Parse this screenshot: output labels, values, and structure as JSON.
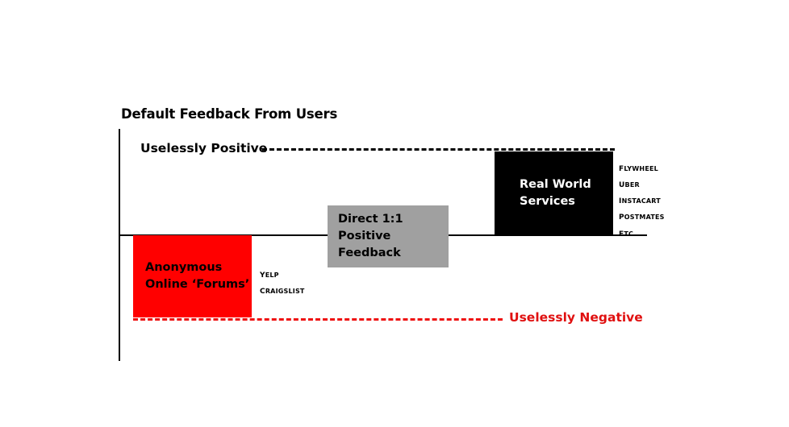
{
  "chart_data": {
    "type": "diagram",
    "title": "Default Feedback From Users",
    "axis": {
      "positive_label": "Uselessly Positive",
      "negative_label": "Uselessly Negative",
      "baseline_label": "",
      "grid": false
    },
    "blocks": [
      {
        "id": "anonymous-online-forums",
        "label": "Anonymous\nOnline ‘Forums’",
        "color": "#ff0000",
        "text_color": "#000000",
        "direction": "negative",
        "brands": [
          "Yelp",
          "Craigslist"
        ]
      },
      {
        "id": "direct-one-to-one",
        "label": "Direct 1:1\nPositive Feedback",
        "color": "#a0a0a0",
        "text_color": "#000000",
        "direction": "neutral",
        "brands": []
      },
      {
        "id": "real-world-services",
        "label": "Real World\nServices",
        "color": "#000000",
        "text_color": "#ffffff",
        "direction": "positive",
        "brands": [
          "Flywheel",
          "Uber",
          "Instacart",
          "Postmates",
          "Etc."
        ]
      }
    ]
  },
  "title": "Default Feedback From Users",
  "axis": {
    "positive": "Uselessly Positive",
    "negative": "Uselessly Negative"
  },
  "blocks": {
    "forums": {
      "label": "Anonymous\nOnline ‘Forums’"
    },
    "direct": {
      "label": "Direct 1:1\nPositive Feedback"
    },
    "realworld": {
      "label": "Real World\nServices"
    }
  },
  "brands_right": {
    "item0": "Flywheel",
    "item1": "Uber",
    "item2": "Instacart",
    "item3": "Postmates",
    "item4": "Etc."
  },
  "brands_forums": {
    "item0": "Yelp",
    "item1": "Craigslist"
  },
  "colors": {
    "red": "#ff0000",
    "red_text": "#e01010",
    "gray": "#a0a0a0",
    "black": "#000000",
    "white": "#ffffff"
  }
}
